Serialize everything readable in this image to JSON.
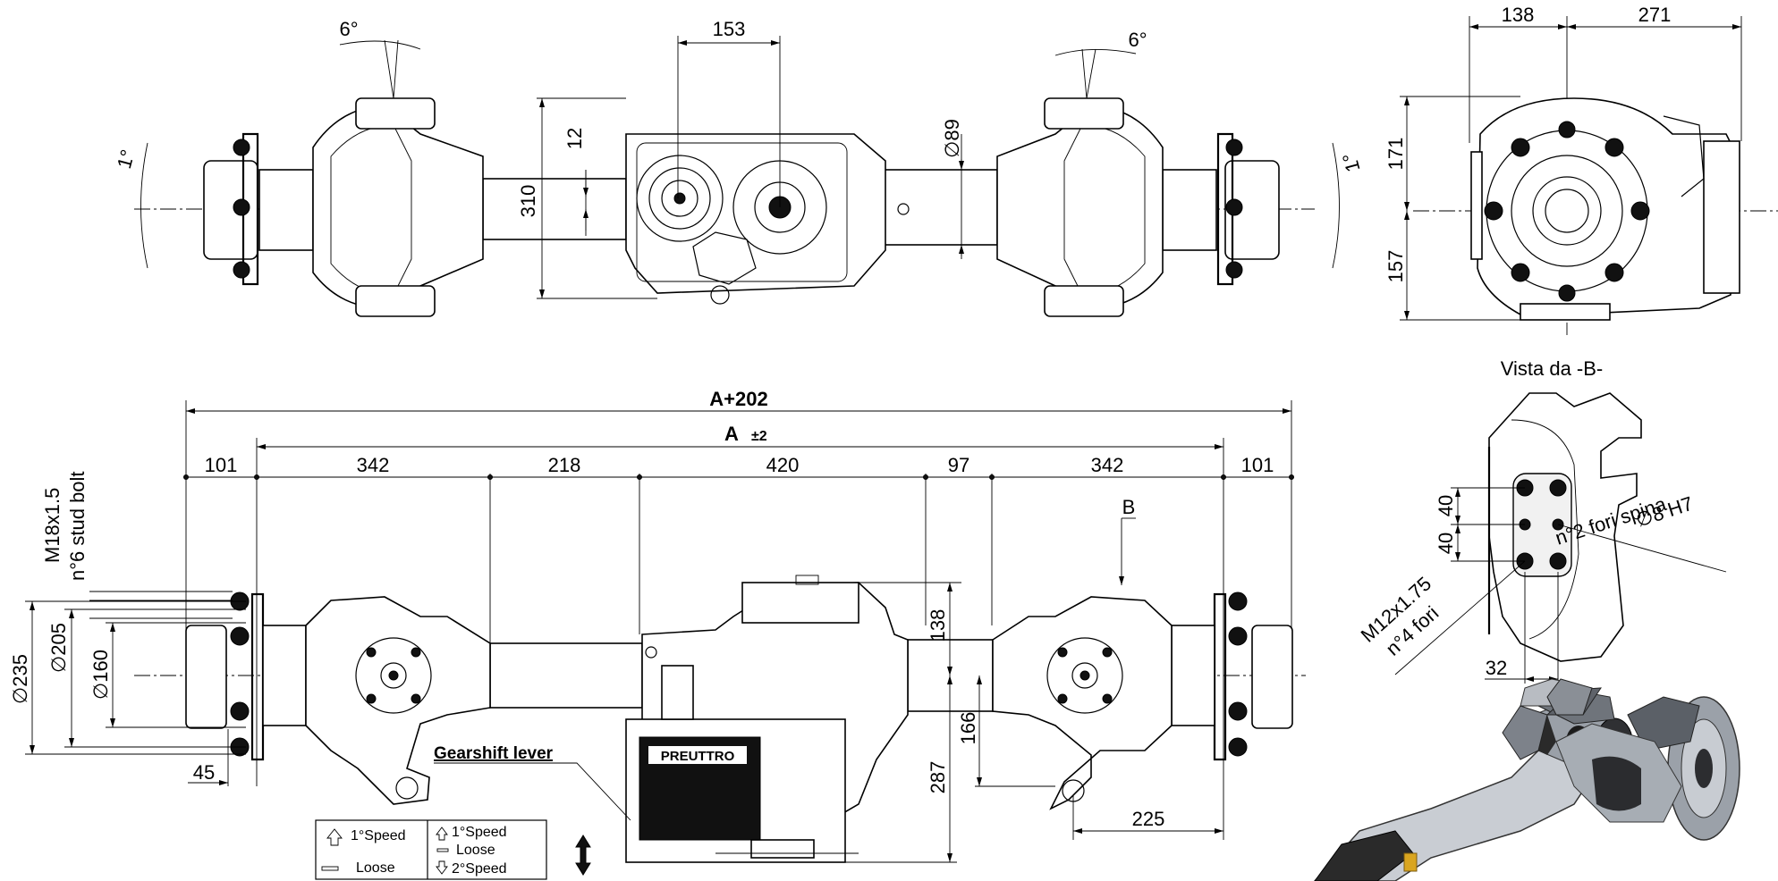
{
  "top_view": {
    "angle_left": "6°",
    "angle_right": "6°",
    "tilt_left": "1°",
    "tilt_right": "1°",
    "dim_153": "153",
    "dim_12": "12",
    "dim_310": "310",
    "dim_d89": "∅89"
  },
  "side_view": {
    "dim_138": "138",
    "dim_271": "271",
    "dim_171": "171",
    "dim_157": "157"
  },
  "front_view": {
    "overall": "A+202",
    "a_label": "A",
    "a_tol": "±2",
    "segments": [
      "101",
      "342",
      "218",
      "420",
      "97",
      "342",
      "101"
    ],
    "bolt_spec_line1": "M18x1.5",
    "bolt_spec_line2": "n°6 stud bolt",
    "dia_235": "∅235",
    "dia_205": "∅205",
    "dia_160": "∅160",
    "dim_45": "45",
    "dim_138": "138",
    "dim_166": "166",
    "dim_287": "287",
    "dim_225": "225",
    "view_b": "B",
    "gearshift_label": "Gearshift lever",
    "legend": {
      "left_speed1": "1°Speed",
      "left_loose": "Loose",
      "right_speed1": "1°Speed",
      "right_loose": "Loose",
      "right_speed2": "2°Speed"
    }
  },
  "detail_b": {
    "title": "Vista da -B-",
    "dim_40a": "40",
    "dim_40b": "40",
    "dim_32": "32",
    "pin_line1": "∅8 H7",
    "pin_line2": "n°2 fori spina",
    "screw_line1": "M12x1.75",
    "screw_line2": "n°4 fori"
  },
  "gearbox_brand": "PREUTTRO"
}
